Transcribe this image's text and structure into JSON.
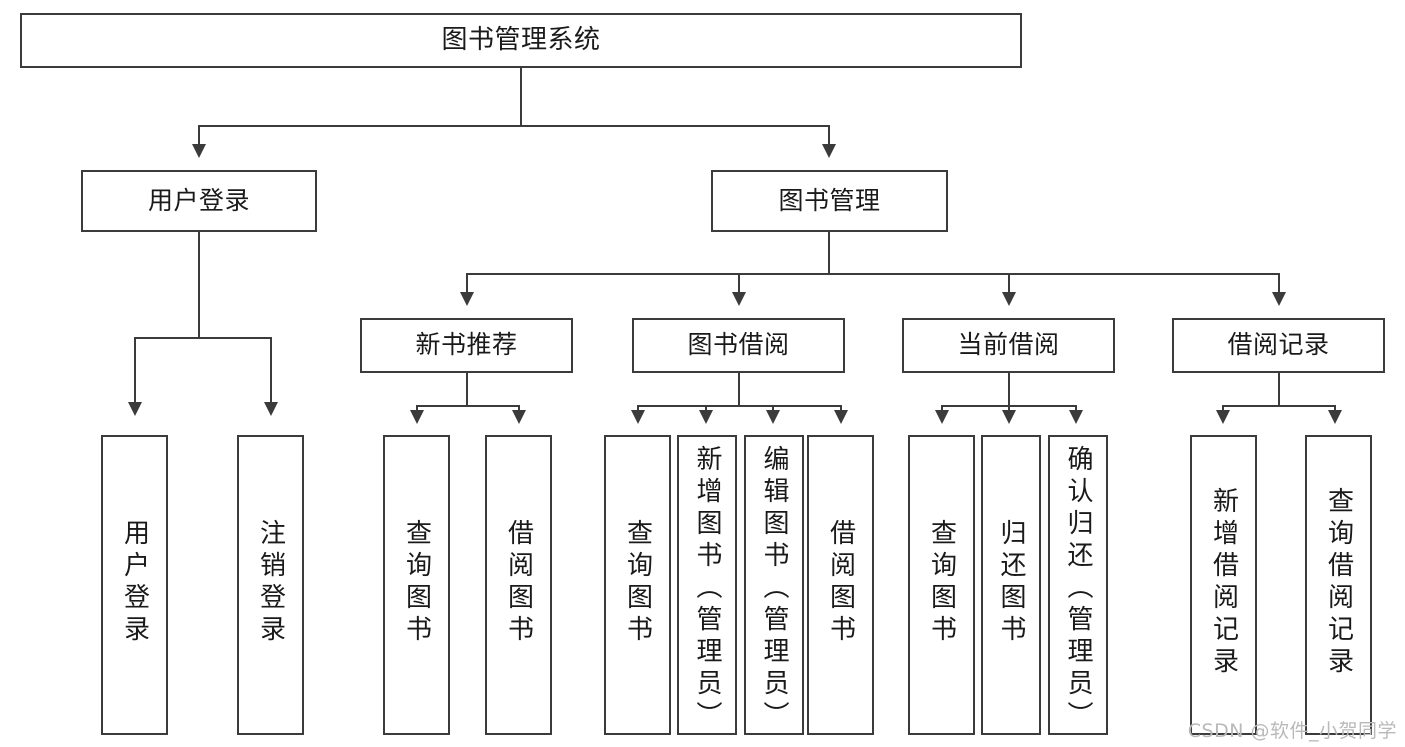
{
  "diagram": {
    "title": "图书管理系统",
    "watermark": "CSDN @软件_小贺同学",
    "line_color": "#3b3b3b",
    "box_fill": "#ffffff",
    "text_color": "#1a1a1a",
    "watermark_color": "#b9b9b9",
    "root": {
      "label": "图书管理系统"
    },
    "level2": [
      {
        "label": "用户登录"
      },
      {
        "label": "图书管理"
      }
    ],
    "level3": [
      {
        "label": "新书推荐"
      },
      {
        "label": "图书借阅"
      },
      {
        "label": "当前借阅"
      },
      {
        "label": "借阅记录"
      }
    ],
    "leaves": {
      "user_login": [
        {
          "label": "用户登录"
        },
        {
          "label": "注销登录"
        }
      ],
      "new_book_recommend": [
        {
          "label": "查询图书"
        },
        {
          "label": "借阅图书"
        }
      ],
      "book_borrow": [
        {
          "label": "查询图书"
        },
        {
          "label": "新增图书（管理员）"
        },
        {
          "label": "编辑图书（管理员）"
        },
        {
          "label": "借阅图书"
        }
      ],
      "current_borrow": [
        {
          "label": "查询图书"
        },
        {
          "label": "归还图书"
        },
        {
          "label": "确认归还（管理员）"
        }
      ],
      "borrow_record": [
        {
          "label": "新增借阅记录"
        },
        {
          "label": "查询借阅记录"
        }
      ]
    }
  }
}
